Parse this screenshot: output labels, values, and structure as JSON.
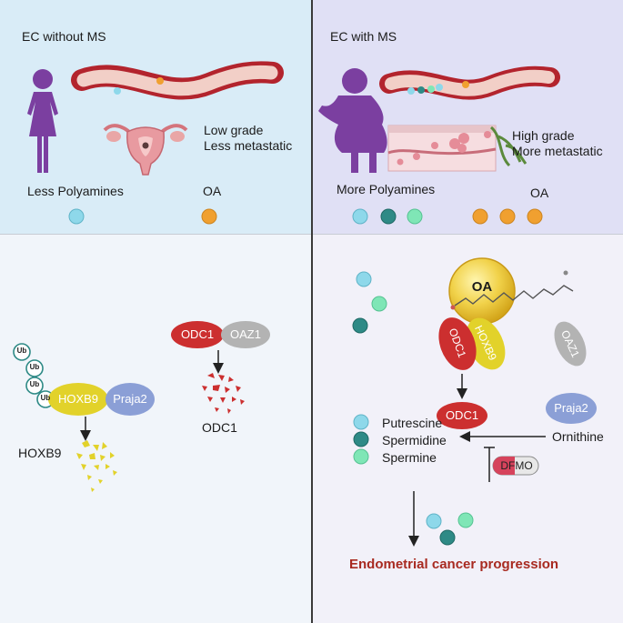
{
  "left": {
    "title": "EC without MS",
    "grade_line1": "Low grade",
    "grade_line2": "Less metastatic",
    "polyamines": "Less Polyamines",
    "oa": "OA",
    "mechanism": {
      "ub": [
        "Ub",
        "Ub",
        "Ub",
        "Ub"
      ],
      "hoxb9": "HOXB9",
      "praja2": "Praja2",
      "hoxb9_degraded": "HOXB9",
      "odc1": "ODC1",
      "oaz1": "OAZ1",
      "odc1_degraded": "ODC1"
    }
  },
  "right": {
    "title": "EC with MS",
    "grade_line1": "High grade",
    "grade_line2": "More metastatic",
    "polyamines": "More Polyamines",
    "oa": "OA",
    "mechanism": {
      "oa": "OA",
      "odc1_bound": "ODC1",
      "hoxb9_bound": "HOXB9",
      "oaz1": "OAZ1",
      "odc1": "ODC1",
      "praja2": "Praja2",
      "putrescine": "Putrescine",
      "spermidine": "Spermidine",
      "spermine": "Spermine",
      "ornithine": "Ornithine",
      "dfmo": "DFMO",
      "outcome": "Endometrial cancer progression"
    }
  },
  "colors": {
    "left_top_bg": "#d9ecf7",
    "right_top_bg": "#e0e0f5",
    "bottom_left_bg": "#f1f5fa",
    "bottom_right_bg": "#f2f1f9",
    "putrescine": "#8ed8ea",
    "spermidine": "#2e8a86",
    "spermine": "#7fe6b6",
    "oa_dot": "#f0a030",
    "odc1": "#cc2f2f",
    "hoxb9": "#e2d22a",
    "praja2": "#8b9fd6",
    "oaz1": "#b3b3b3",
    "figure": "#7b3fa0",
    "outcome_text": "#a82a20"
  }
}
